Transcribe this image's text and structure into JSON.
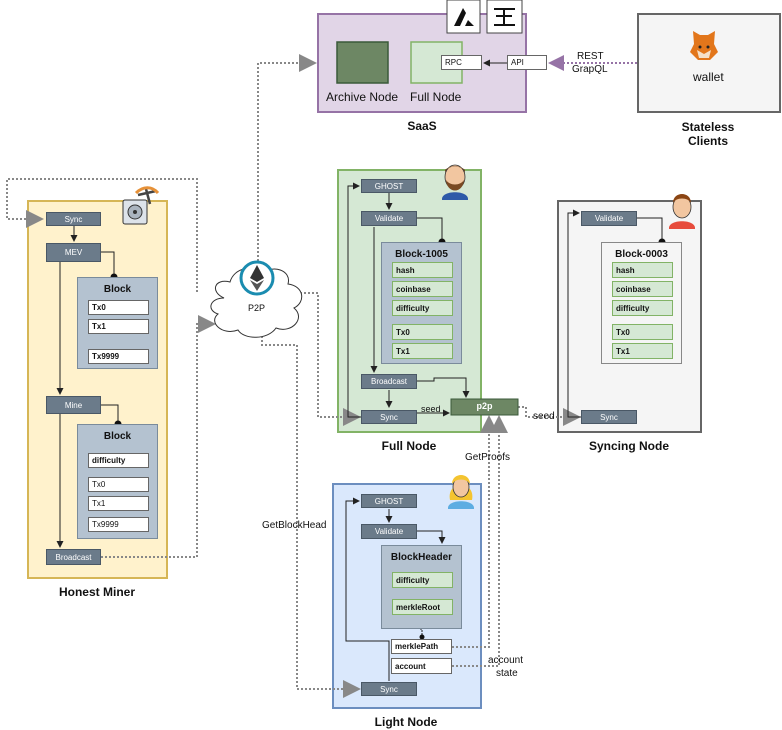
{
  "saas": {
    "title": "SaaS",
    "archive_node": "Archive Node",
    "full_node": "Full Node",
    "rpc": "RPC",
    "api": "API",
    "rest": "REST",
    "graphql": "GrapQL"
  },
  "stateless": {
    "title_line1": "Stateless",
    "title_line2": "Clients",
    "wallet": "wallet"
  },
  "p2p": {
    "label": "P2P"
  },
  "miner": {
    "title": "Honest Miner",
    "sync": "Sync",
    "mev": "MEV",
    "mine": "Mine",
    "broadcast": "Broadcast",
    "block1": {
      "title": "Block",
      "fields": [
        "Tx0",
        "Tx1",
        "Tx9999"
      ]
    },
    "block2": {
      "title": "Block",
      "fields": [
        "difficulty",
        "Tx0",
        "Tx1",
        "Tx9999"
      ]
    }
  },
  "full_node": {
    "title": "Full Node",
    "ghost": "GHOST",
    "validate": "Validate",
    "broadcast": "Broadcast",
    "sync": "Sync",
    "p2p": "p2p",
    "seed": "seed",
    "block": {
      "title": "Block-1005",
      "fields": [
        "hash",
        "coinbase",
        "difficulty",
        "Tx0",
        "Tx1"
      ]
    }
  },
  "syncing_node": {
    "title": "Syncing Node",
    "validate": "Validate",
    "sync": "Sync",
    "seed": "seed",
    "block": {
      "title": "Block-0003",
      "fields": [
        "hash",
        "coinbase",
        "difficulty",
        "Tx0",
        "Tx1"
      ]
    }
  },
  "light_node": {
    "title": "Light Node",
    "ghost": "GHOST",
    "validate": "Validate",
    "sync": "Sync",
    "header": {
      "title": "BlockHeader",
      "fields": [
        "difficulty",
        "merkleRoot"
      ]
    },
    "merkle_path": "merklePath",
    "account": "account",
    "get_proofs": "GetProofs",
    "get_block_head": "GetBlockHead",
    "account_state_1": "account",
    "account_state_2": "state"
  },
  "colors": {
    "saas_bg": "#e1d5e7",
    "saas_border": "#9673a6",
    "miner_bg": "#fff2cc",
    "miner_border": "#d6b656",
    "full_bg": "#d5e8d4",
    "full_border": "#82b366",
    "light_bg": "#dae8fc",
    "light_border": "#6c8ebf",
    "sync_bg": "#f5f5f5",
    "sync_border": "#666666",
    "step_bg": "#6b7b8a",
    "p2p_node": "#6d8764"
  }
}
